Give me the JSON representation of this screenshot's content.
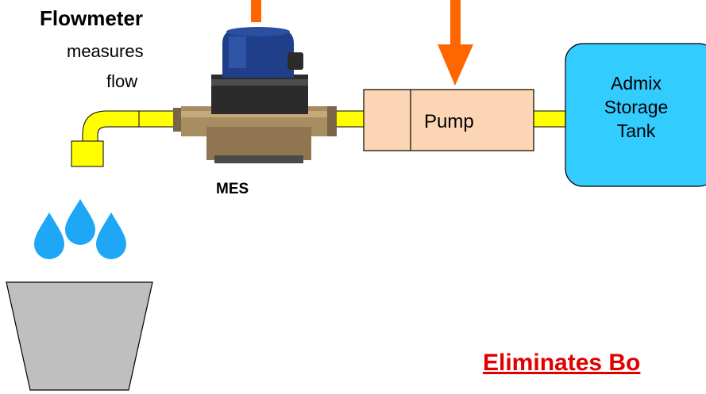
{
  "flowmeter": {
    "title": "Flowmeter",
    "line1": "measures",
    "line2": "flow"
  },
  "meter_label": "MES",
  "pump_label": "Pump",
  "tank": {
    "line1": "Admix",
    "line2": "Storage",
    "line3": "Tank"
  },
  "banner": "Eliminates Bo",
  "colors": {
    "pipe": "#ffff00",
    "pump_fill": "#fcd5b4",
    "tank_fill": "#33ccff",
    "arrow": "#ff6600",
    "drops": "#1ea7f5",
    "bucket": "#bfbfbf",
    "banner": "#e00000"
  }
}
